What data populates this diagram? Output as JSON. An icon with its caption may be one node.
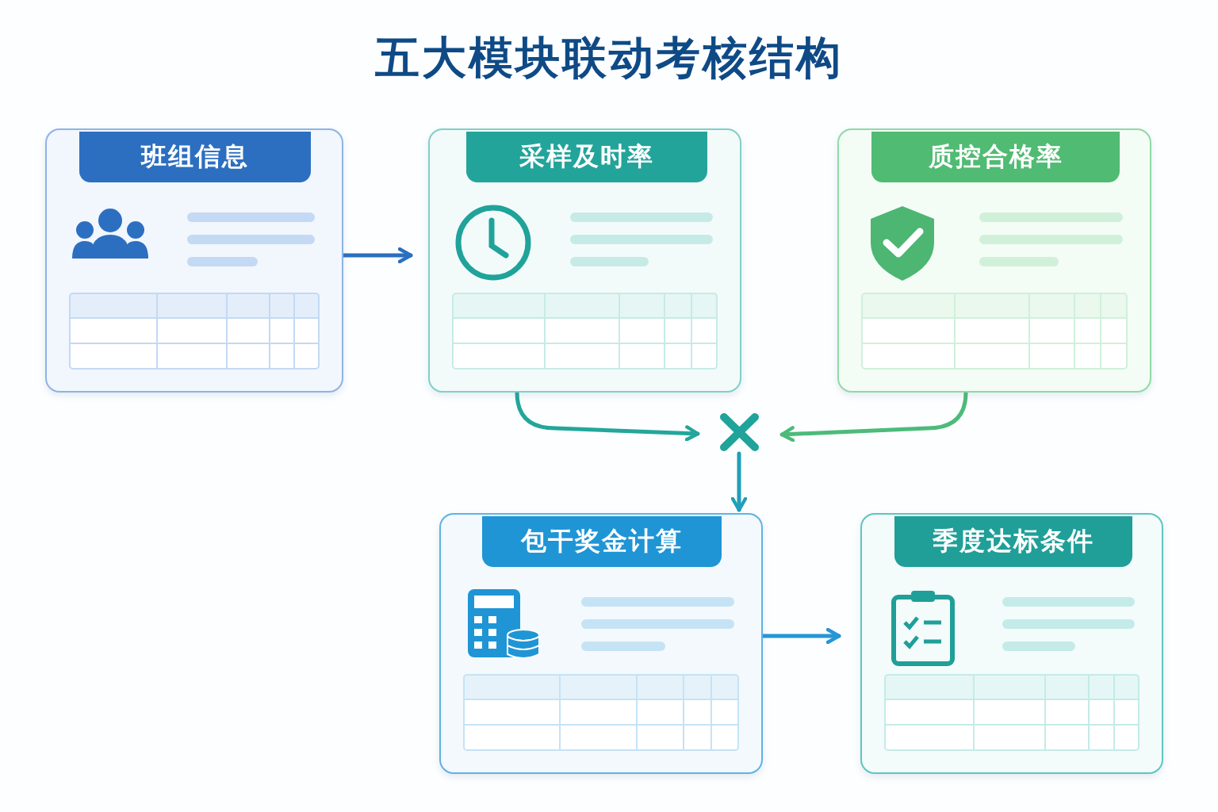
{
  "diagram": {
    "title": "五大模块联动考核结构",
    "nodes": [
      {
        "text": [
          "班组信息"
        ]
      },
      {
        "text": [
          "采样及时率"
        ]
      },
      {
        "text": [
          "质控合格率"
        ]
      },
      {
        "text": [],
        "shape": "cross"
      },
      {
        "text": [
          "包干奖金计算"
        ]
      },
      {
        "text": [
          "季度达标条件"
        ]
      }
    ],
    "edges": [
      {
        "from": 0,
        "to": 1,
        "arrow": "to",
        "color": "#2a6fc0"
      },
      {
        "from": 1,
        "to": 3,
        "arrow": "to",
        "color": "#23a69b"
      },
      {
        "from": 2,
        "to": 3,
        "arrow": "to",
        "color": "#4cbb7a"
      },
      {
        "from": 3,
        "to": 4,
        "arrow": "to",
        "color": "#1f9fb8"
      },
      {
        "from": 4,
        "to": 5,
        "arrow": "to",
        "color": "#2596d6"
      }
    ]
  }
}
